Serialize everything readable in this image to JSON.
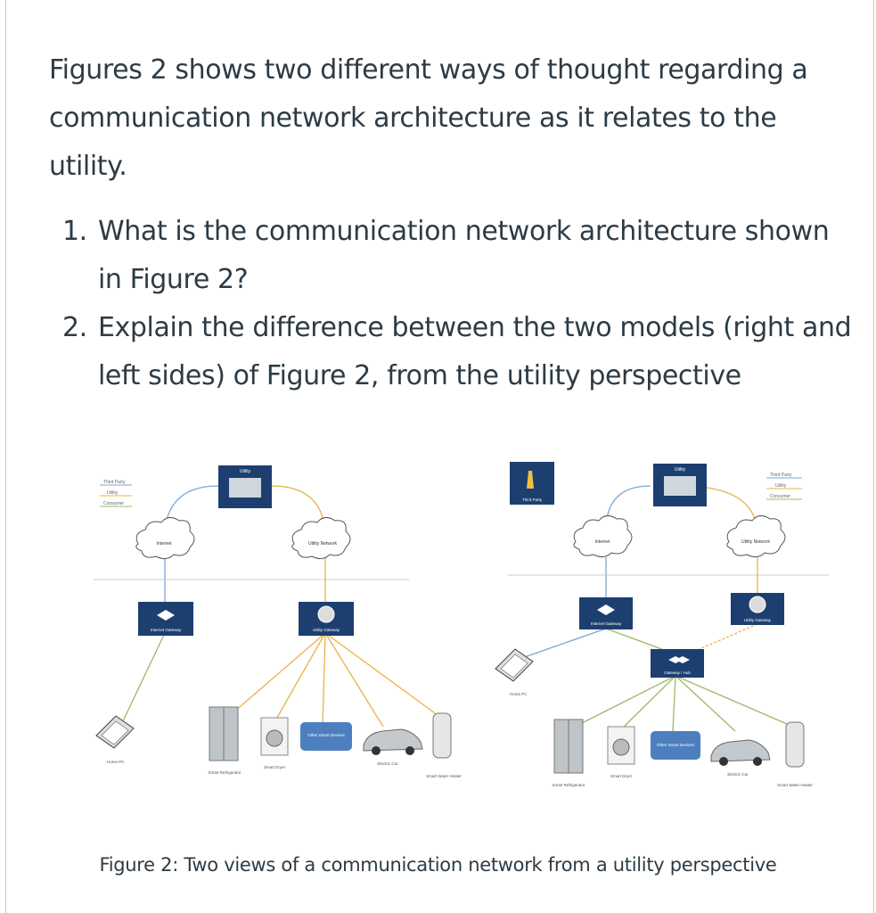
{
  "intro": "Figures 2 shows two different ways of thought regarding a communication network architecture as it relates to the utility.",
  "questions": [
    {
      "num": "1.",
      "text": "What is the communication network architecture shown in Figure 2?"
    },
    {
      "num": "2.",
      "text": "Explain the difference between the two models (right and left sides) of Figure 2, from the utility perspective"
    }
  ],
  "figure": {
    "caption": "Figure 2: Two views of a communication network from a utility perspective",
    "left": {
      "utility": "Utility",
      "cloud_internet": "Internet",
      "cloud_utility": "Utility Network",
      "internet_gateway": "Internet Gateway",
      "utility_gateway": "Utility Gateway",
      "home_pc": "Home PC",
      "refrigerator": "Smart Refrigerator",
      "dryer": "Smart Dryer",
      "other_devices": "Other Smart Devices",
      "car": "Electric Car",
      "water_heater": "Smart Water Heater",
      "legend": [
        "Third Party",
        "Utility",
        "Consumer"
      ]
    },
    "right": {
      "third_party": "Third Party",
      "utility": "Utility",
      "cloud_internet": "Internet",
      "cloud_utility": "Utility Network",
      "internet_gateway": "Internet Gateway",
      "utility_gateway": "Utility Gateway",
      "hub": "Gateway / Hub",
      "home_pc": "Home PC",
      "refrigerator": "Smart Refrigerator",
      "dryer": "Smart Dryer",
      "other_devices": "Other Smart Devices",
      "car": "Electric Car",
      "water_heater": "Smart Water Heater",
      "legend": [
        "Third Party",
        "Utility",
        "Consumer"
      ]
    }
  },
  "colors": {
    "text": "#2d3b45",
    "box": "#1c3f70",
    "utility_line": "#e8b24a",
    "consumer_line": "#9db86a",
    "thirdparty_line": "#7fa6d6"
  }
}
